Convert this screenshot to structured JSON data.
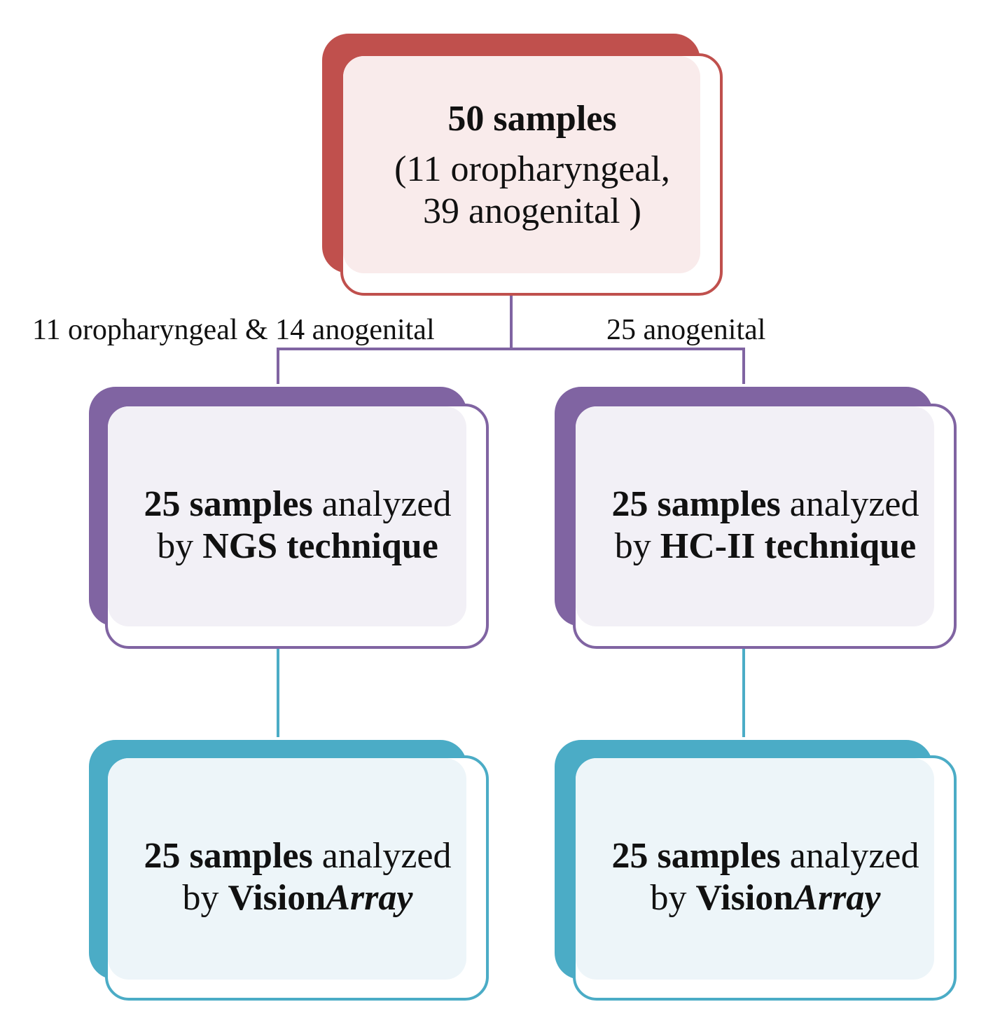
{
  "colors": {
    "top": "#c0504d",
    "middle": "#8064a2",
    "bottom": "#4bacc6"
  },
  "top": {
    "title": "50 samples",
    "line1": "(11 oropharyngeal,",
    "line2": "39 anogenital )"
  },
  "branches": {
    "left_label": "11 oropharyngeal & 14 anogenital",
    "right_label": "25 anogenital"
  },
  "ngs": {
    "count": "25 samples",
    "verb": " analyzed",
    "by": "by ",
    "method": "NGS technique"
  },
  "hc2": {
    "count": "25 samples",
    "verb": " analyzed",
    "by": "by ",
    "method": "HC-II technique"
  },
  "va_left": {
    "count": "25 samples",
    "verb": " analyzed",
    "by": "by ",
    "method_plain": "Vision",
    "method_italic": "Array"
  },
  "va_right": {
    "count": "25 samples",
    "verb": " analyzed",
    "by": "by ",
    "method_plain": "Vision",
    "method_italic": "Array"
  }
}
